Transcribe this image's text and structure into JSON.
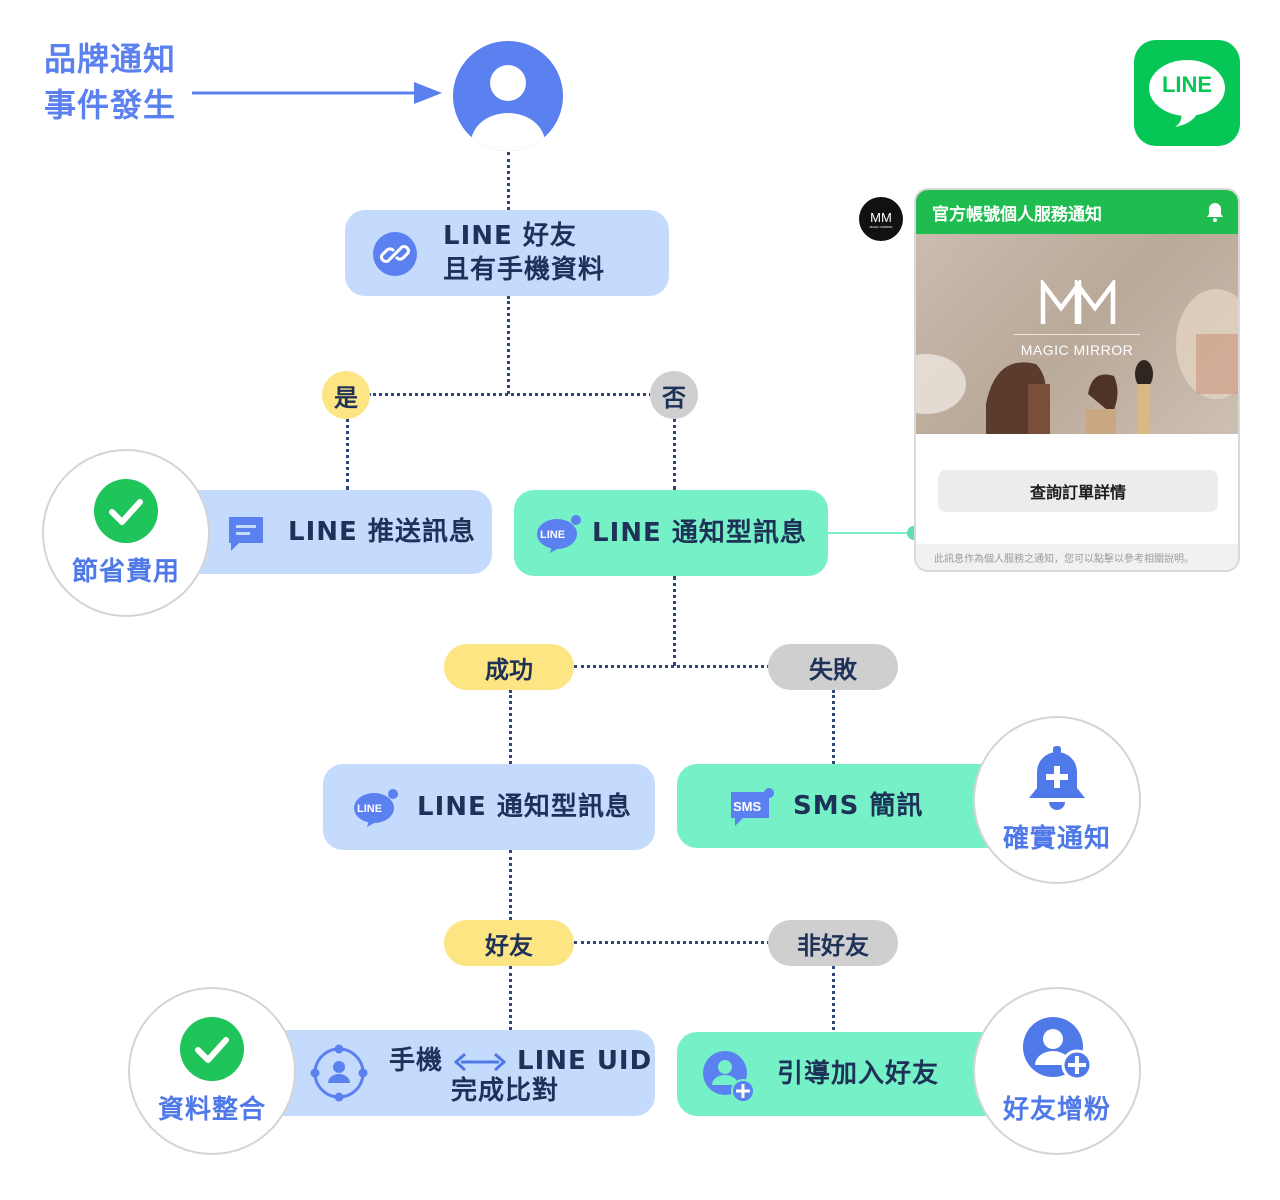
{
  "header": {
    "title_line1": "品牌通知",
    "title_line2": "事件發生"
  },
  "logo": {
    "text": "LINE",
    "color": "#06c755"
  },
  "nodes": {
    "line_friend_line1": "LINE 好友",
    "line_friend_line2": "且有手機資料",
    "line_push": "LINE 推送訊息",
    "line_notify_top": "LINE 通知型訊息",
    "line_notify_mid": "LINE 通知型訊息",
    "sms": "SMS 簡訊",
    "match_line1_left": "手機",
    "match_line1_right": "LINE UID",
    "match_line2": "完成比對",
    "guide_friend": "引導加入好友"
  },
  "decisions": {
    "yes": "是",
    "no": "否",
    "success": "成功",
    "fail": "失敗",
    "friend": "好友",
    "non_friend": "非好友"
  },
  "benefits": {
    "save_cost": "節省費用",
    "ensure_notify": "確實通知",
    "data_integration": "資料整合",
    "friend_growth": "好友增粉"
  },
  "icons": {
    "line_badge": "LINE",
    "sms_badge": "SMS",
    "avatar_logo": "MM",
    "avatar_logo_sub": "MAGIC MIRROR"
  },
  "message_card": {
    "header": "官方帳號個人服務通知",
    "brand_mark": "MM",
    "brand_name": "MAGIC MIRROR",
    "button": "查詢訂單詳情",
    "footer": "此訊息作為個人服務之通知，您可以點擊以參考相關說明。"
  },
  "colors": {
    "blue_box": "#c5dbfd",
    "green_box": "#76f1c7",
    "yellow_pill": "#fde584",
    "gray_pill": "#cfcfcf",
    "accent_blue": "#5b80f0",
    "check_green": "#1fc45a"
  }
}
